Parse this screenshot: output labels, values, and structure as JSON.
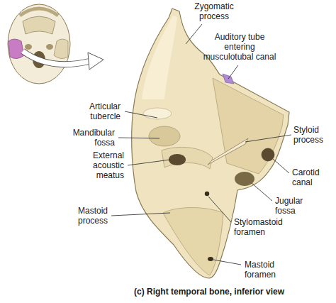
{
  "diagram": {
    "caption": "(c) Right temporal bone, inferior view",
    "labels": [
      "Zygomatic process",
      "Auditory tube entering musculotubal canal",
      "Articular tubercle",
      "Styloid process",
      "Mandibular fossa",
      "Carotid canal",
      "External acoustic meatus",
      "Jugular fossa",
      "Mastoid process",
      "Stylomastoid foramen",
      "Mastoid foramen"
    ]
  }
}
